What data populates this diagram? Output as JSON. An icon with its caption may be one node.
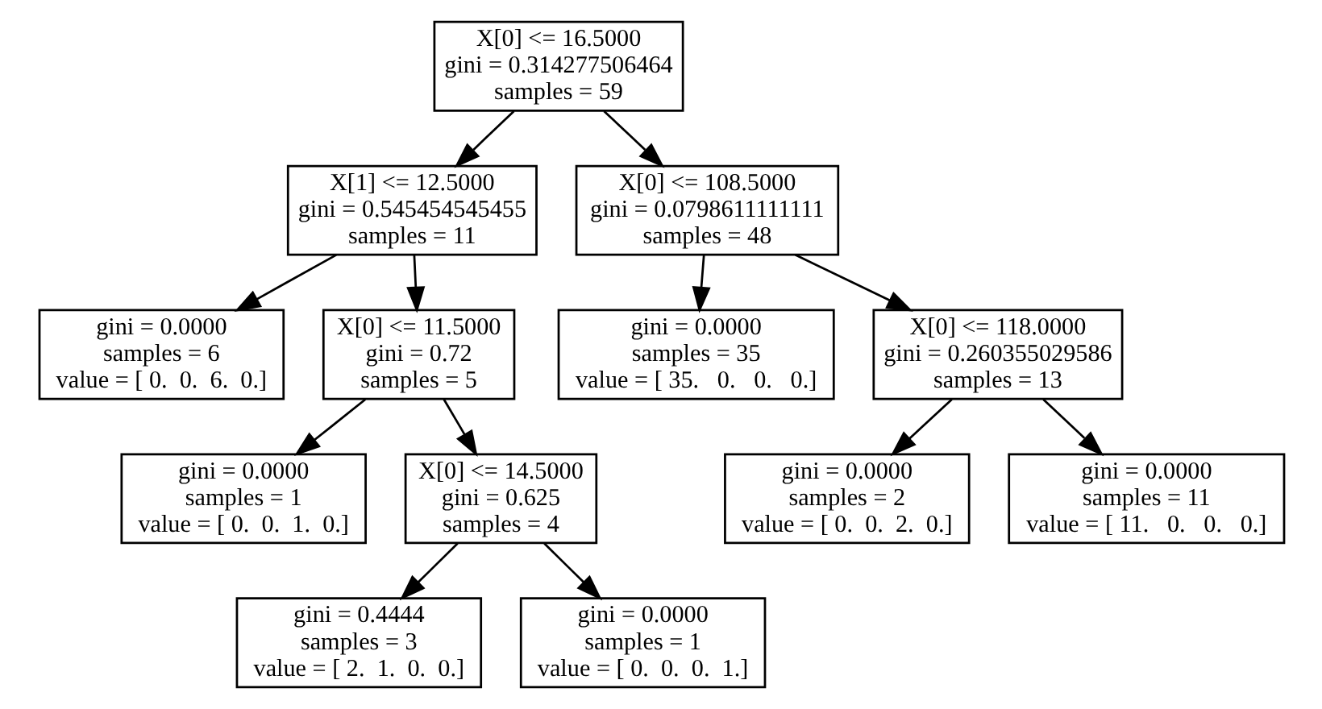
{
  "diagram": {
    "nodes": [
      {
        "text": [
          "X[0] <= 16.5000",
          "gini = 0.314277506464",
          "samples = 59"
        ]
      },
      {
        "text": [
          "X[1] <= 12.5000",
          "gini = 0.545454545455",
          "samples = 11"
        ]
      },
      {
        "text": [
          "X[0] <= 108.5000",
          "gini = 0.0798611111111",
          "samples = 48"
        ]
      },
      {
        "text": [
          "gini = 0.0000",
          "samples = 6",
          "value = [ 0.  0.  6.  0.]"
        ]
      },
      {
        "text": [
          "X[0] <= 11.5000",
          "gini = 0.72",
          "samples = 5"
        ]
      },
      {
        "text": [
          "gini = 0.0000",
          "samples = 35",
          "value = [ 35.   0.   0.   0.]"
        ]
      },
      {
        "text": [
          "X[0] <= 118.0000",
          "gini = 0.260355029586",
          "samples = 13"
        ]
      },
      {
        "text": [
          "gini = 0.0000",
          "samples = 1",
          "value = [ 0.  0.  1.  0.]"
        ]
      },
      {
        "text": [
          "X[0] <= 14.5000",
          "gini = 0.625",
          "samples = 4"
        ]
      },
      {
        "text": [
          "gini = 0.0000",
          "samples = 2",
          "value = [ 0.  0.  2.  0.]"
        ]
      },
      {
        "text": [
          "gini = 0.0000",
          "samples = 11",
          "value = [ 11.   0.   0.   0.]"
        ]
      },
      {
        "text": [
          "gini = 0.4444",
          "samples = 3",
          "value = [ 2.  1.  0.  0.]"
        ]
      },
      {
        "text": [
          "gini = 0.0000",
          "samples = 1",
          "value = [ 0.  0.  0.  1.]"
        ]
      }
    ],
    "edges": [
      {
        "from": 0,
        "to": 1,
        "arrow": "to"
      },
      {
        "from": 0,
        "to": 2,
        "arrow": "to"
      },
      {
        "from": 1,
        "to": 3,
        "arrow": "to"
      },
      {
        "from": 1,
        "to": 4,
        "arrow": "to"
      },
      {
        "from": 2,
        "to": 5,
        "arrow": "to"
      },
      {
        "from": 2,
        "to": 6,
        "arrow": "to"
      },
      {
        "from": 4,
        "to": 7,
        "arrow": "to"
      },
      {
        "from": 4,
        "to": 8,
        "arrow": "to"
      },
      {
        "from": 6,
        "to": 9,
        "arrow": "to"
      },
      {
        "from": 6,
        "to": 10,
        "arrow": "to"
      },
      {
        "from": 8,
        "to": 11,
        "arrow": "to"
      },
      {
        "from": 8,
        "to": 12,
        "arrow": "to"
      }
    ]
  }
}
